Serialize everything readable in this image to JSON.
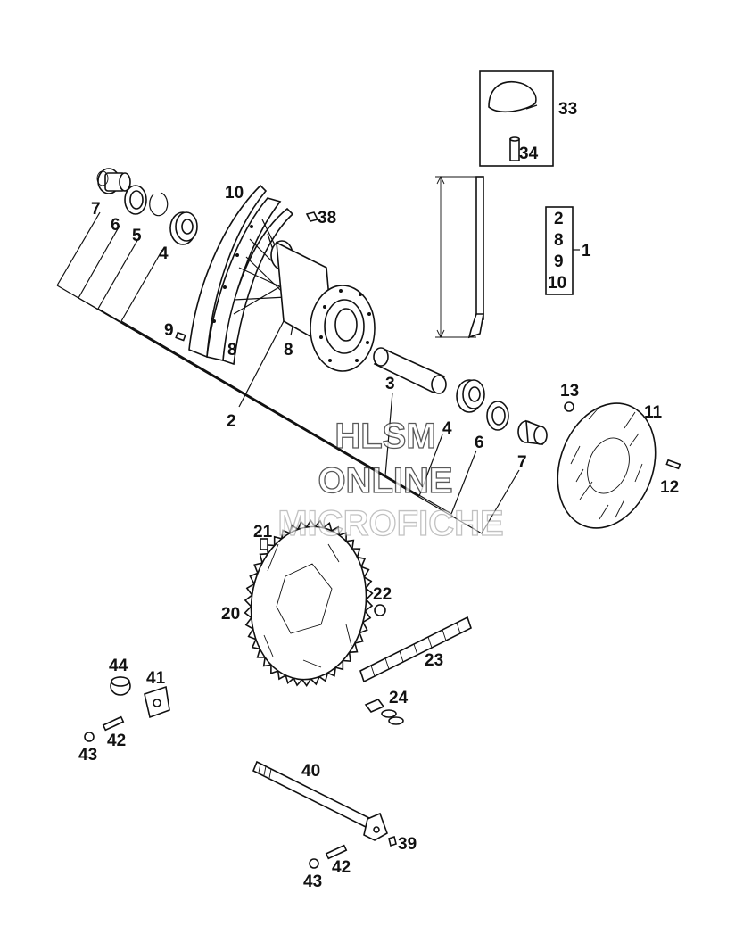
{
  "callouts": {
    "c7a": "7",
    "c6a": "6",
    "c5": "5",
    "c4a": "4",
    "c10": "10",
    "c38": "38",
    "c9": "9",
    "c8a": "8",
    "c8b": "8",
    "c2": "2",
    "c3": "3",
    "c4b": "4",
    "c6b": "6",
    "c7b": "7",
    "c13": "13",
    "c11": "11",
    "c12": "12",
    "c33": "33",
    "c34": "34",
    "c21": "21",
    "c22": "22",
    "c20": "20",
    "c23": "23",
    "c24": "24",
    "c44": "44",
    "c41": "41",
    "c42a": "42",
    "c43a": "43",
    "c40": "40",
    "c39": "39",
    "c42b": "42",
    "c43b": "43",
    "c1": "1"
  },
  "kit_group": [
    "2",
    "8",
    "9",
    "10"
  ],
  "watermark": {
    "line1": "HLSM",
    "line2": "ONLINE",
    "line3": "MICROFICHE"
  }
}
